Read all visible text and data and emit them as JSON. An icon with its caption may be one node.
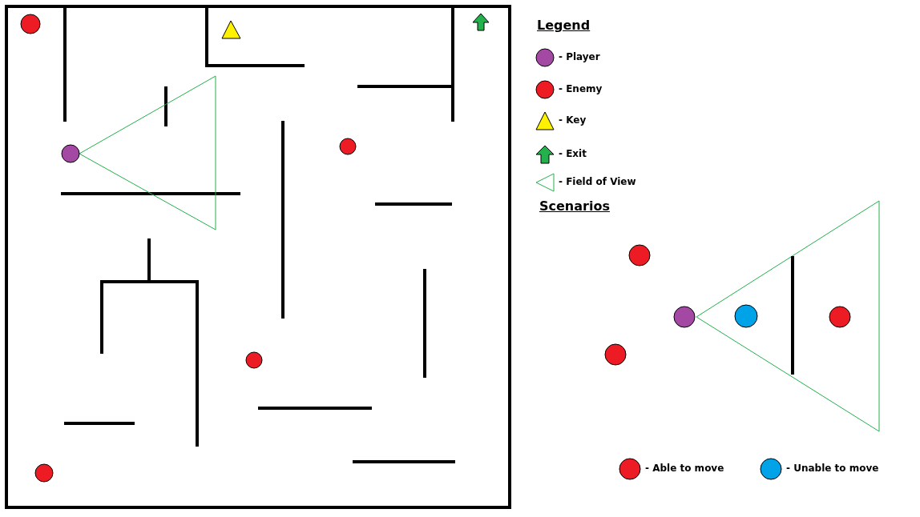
{
  "diagram": {
    "labels": [
      "Legend",
      "Scenarios"
    ],
    "legend": [
      {
        "text": "- Player",
        "color": "#a349a4"
      },
      {
        "text": "- Enemy",
        "color": "#ed1c24"
      },
      {
        "text": "- Key",
        "color": "#fff200"
      },
      {
        "text": "- Exit",
        "color": "#22b14c"
      },
      {
        "text": "- Field of View"
      },
      {
        "text": "- Able to move",
        "color": "#ed1c24"
      },
      {
        "text": "- Unable to move",
        "color": "#00a2e8"
      }
    ]
  }
}
